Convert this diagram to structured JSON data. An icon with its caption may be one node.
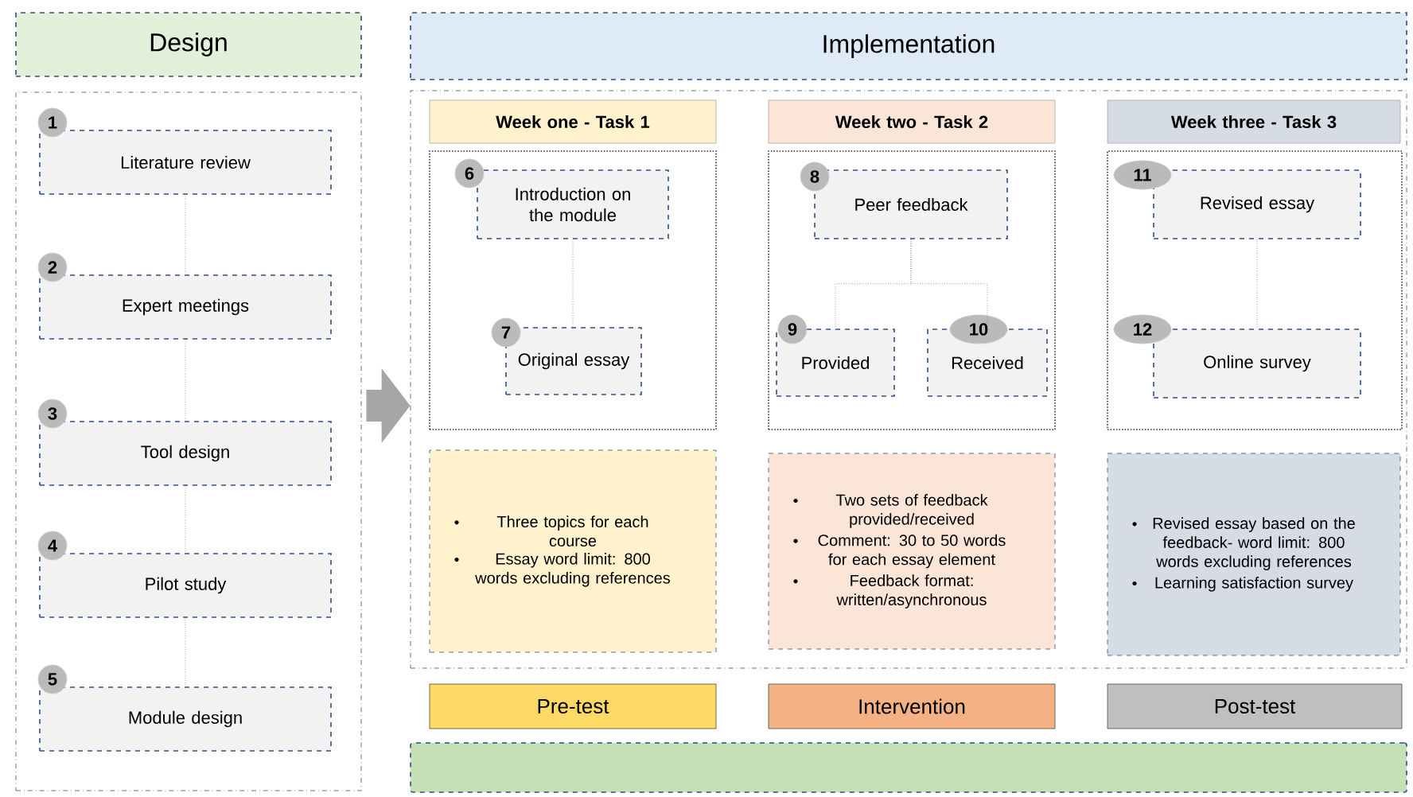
{
  "diagram": {
    "nodes": [
      {
        "text": [
          "Design"
        ]
      },
      {
        "text": [],
        "shape": "box"
      },
      {
        "text": [
          "Literature review"
        ],
        "in": 1,
        "beside": [
          "1"
        ]
      },
      {
        "text": [
          "Expert meetings"
        ],
        "in": 1,
        "beside": [
          "2"
        ]
      },
      {
        "text": [
          "Tool design"
        ],
        "in": 1,
        "beside": [
          "3"
        ]
      },
      {
        "text": [
          "Pilot study"
        ],
        "in": 1,
        "beside": [
          "4"
        ]
      },
      {
        "text": [
          "Module design"
        ],
        "in": 1,
        "beside": [
          "5"
        ]
      },
      {
        "text": [
          "Implementation"
        ]
      },
      {
        "text": [],
        "shape": "box"
      },
      {
        "text": [
          "Week one - Task 1"
        ],
        "in": 8
      },
      {
        "text": [
          "Week two - Task 2"
        ],
        "in": 8
      },
      {
        "text": [
          "Week three - Task 3"
        ],
        "in": 8
      },
      {
        "text": [],
        "shape": "box",
        "in": 8
      },
      {
        "text": [
          "Introduction on the module"
        ],
        "in": 12,
        "beside": [
          "6"
        ]
      },
      {
        "text": [
          "Original essay"
        ],
        "in": 12,
        "beside": [
          "7"
        ]
      },
      {
        "text": [],
        "shape": "box",
        "in": 8
      },
      {
        "text": [
          "Peer feedback"
        ],
        "in": 15,
        "beside": [
          "8"
        ]
      },
      {
        "text": [
          "Provided"
        ],
        "in": 15,
        "beside": [
          "9"
        ]
      },
      {
        "text": [
          "Received"
        ],
        "in": 15,
        "beside": [
          "10"
        ]
      },
      {
        "text": [],
        "shape": "box",
        "in": 8
      },
      {
        "text": [
          "Revised essay"
        ],
        "in": 19,
        "beside": [
          "11"
        ]
      },
      {
        "text": [
          "Online survey"
        ],
        "in": 19,
        "beside": [
          "12"
        ]
      },
      {
        "text": [
          "Three topics for each course",
          "Essay word limit: 800 words excluding references"
        ],
        "in": 8
      },
      {
        "text": [
          "Two sets of feedback provided/received",
          "Comment: 30 to 50 words for each essay element",
          "Feedback format: written/asynchronous"
        ],
        "in": 8
      },
      {
        "text": [
          "Revised essay based on the feedback- word limit: 800 words excluding references",
          "Learning satisfaction survey"
        ],
        "in": 8
      },
      {
        "text": [
          "Pre-test"
        ]
      },
      {
        "text": [
          "Intervention"
        ]
      },
      {
        "text": [
          "Post-test"
        ]
      },
      {
        "text": [],
        "shape": "bar"
      }
    ],
    "edges": [
      {
        "from": 2,
        "to": 3,
        "arrow": "none",
        "style": "dashed"
      },
      {
        "from": 3,
        "to": 4,
        "arrow": "none",
        "style": "dashed"
      },
      {
        "from": 4,
        "to": 5,
        "arrow": "none",
        "style": "dashed"
      },
      {
        "from": 5,
        "to": 6,
        "arrow": "none",
        "style": "dashed"
      },
      {
        "from": 1,
        "to": 8,
        "arrow": "to",
        "style": "thick",
        "color": "#a6a6a6"
      },
      {
        "from": 13,
        "to": 14,
        "arrow": "none",
        "style": "dashed"
      },
      {
        "from": 16,
        "to": 17,
        "arrow": "none",
        "style": "dashed"
      },
      {
        "from": 16,
        "to": 18,
        "arrow": "none",
        "style": "dashed"
      },
      {
        "from": 20,
        "to": 21,
        "arrow": "none",
        "style": "dashed"
      }
    ]
  }
}
